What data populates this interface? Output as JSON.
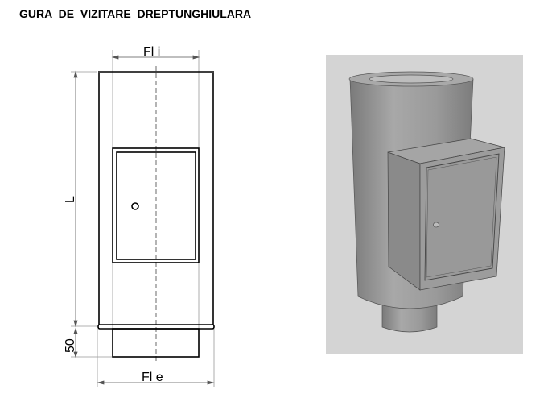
{
  "title": "GURA DE VIZITARE DREPTUNGHIULARA",
  "drawing": {
    "dim_inner_diameter": "Fl i",
    "dim_outer_diameter": "Fl e",
    "dim_length": "L",
    "dim_spigot": "50"
  },
  "colors": {
    "render_bg": "#d4d4d4",
    "body": "#9a9a9a"
  }
}
